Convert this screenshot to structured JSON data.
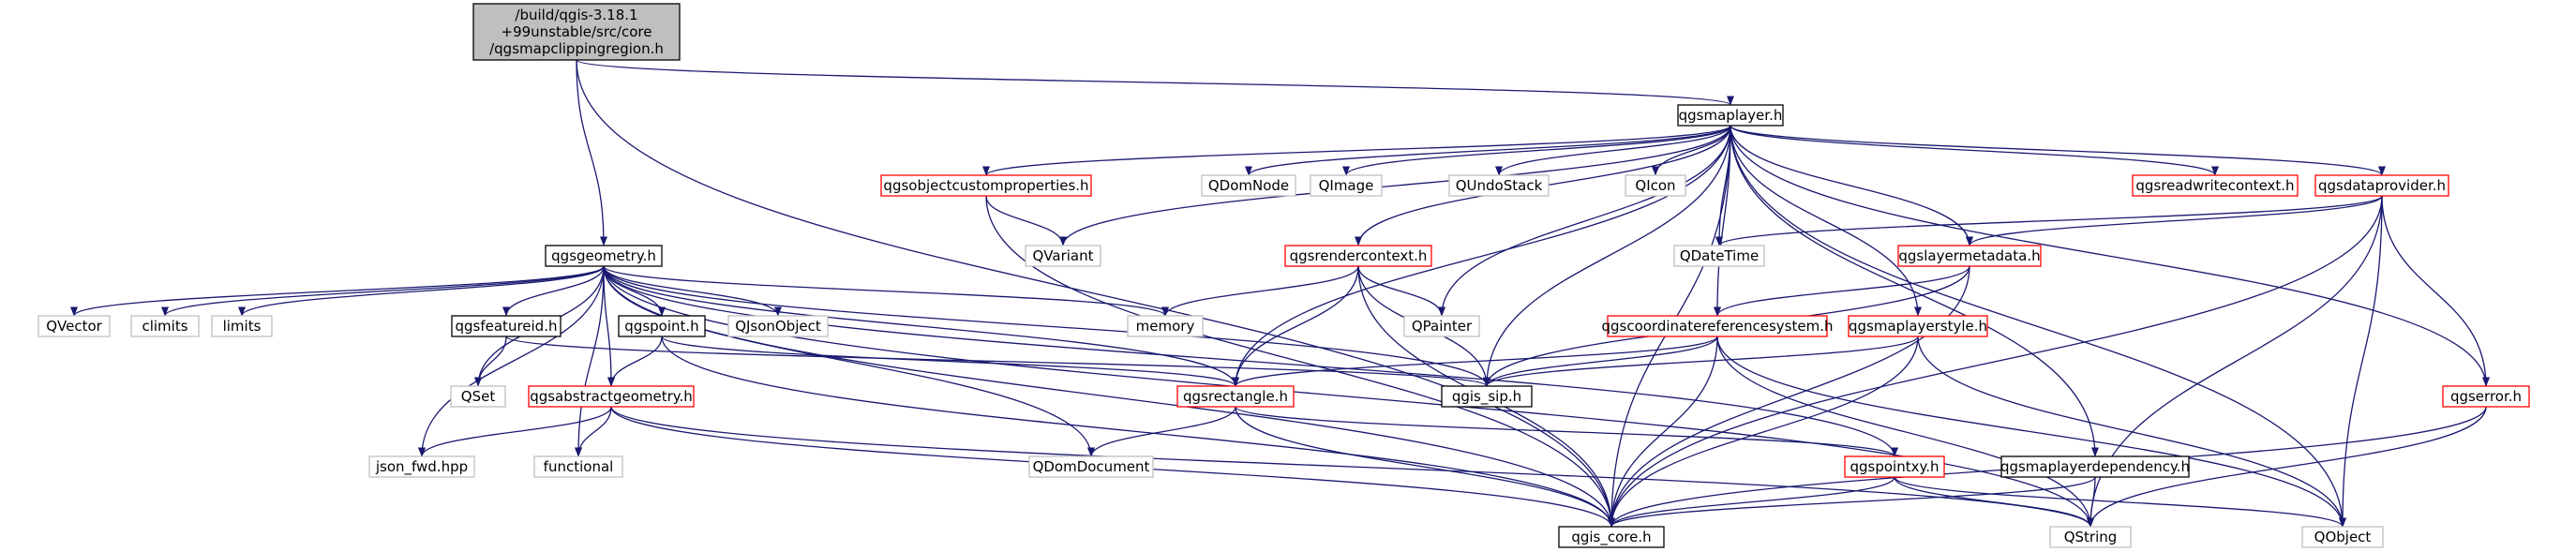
{
  "colors": {
    "edge": "#191970",
    "text": "#000000",
    "border_default": "#000000",
    "border_red": "#ff0000",
    "border_gray": "#bfbfbf",
    "fill_root": "#bfbfbf",
    "fill_default": "#ffffff"
  },
  "nodes": [
    {
      "id": "root",
      "lines": [
        "/build/qgis-3.18.1",
        "+99unstable/src/core",
        "/qgsmapclippingregion.h"
      ],
      "style": "root"
    },
    {
      "id": "qgsmaplayer",
      "lines": [
        "qgsmaplayer.h"
      ],
      "style": "default"
    },
    {
      "id": "qgsgeometry",
      "lines": [
        "qgsgeometry.h"
      ],
      "style": "default"
    },
    {
      "id": "qgsobjectcustomproperties",
      "lines": [
        "qgsobjectcustomproperties.h"
      ],
      "style": "red"
    },
    {
      "id": "QDomNode",
      "lines": [
        "QDomNode"
      ],
      "style": "gray"
    },
    {
      "id": "QImage",
      "lines": [
        "QImage"
      ],
      "style": "gray"
    },
    {
      "id": "QUndoStack",
      "lines": [
        "QUndoStack"
      ],
      "style": "gray"
    },
    {
      "id": "QIcon",
      "lines": [
        "QIcon"
      ],
      "style": "gray"
    },
    {
      "id": "qgsreadwritecontext",
      "lines": [
        "qgsreadwritecontext.h"
      ],
      "style": "red"
    },
    {
      "id": "qgsdataprovider",
      "lines": [
        "qgsdataprovider.h"
      ],
      "style": "red"
    },
    {
      "id": "QVariant",
      "lines": [
        "QVariant"
      ],
      "style": "gray"
    },
    {
      "id": "qgsrendercontext",
      "lines": [
        "qgsrendercontext.h"
      ],
      "style": "red"
    },
    {
      "id": "QDateTime",
      "lines": [
        "QDateTime"
      ],
      "style": "gray"
    },
    {
      "id": "qgslayermetadata",
      "lines": [
        "qgslayermetadata.h"
      ],
      "style": "red"
    },
    {
      "id": "QVector",
      "lines": [
        "QVector"
      ],
      "style": "gray"
    },
    {
      "id": "climits",
      "lines": [
        "climits"
      ],
      "style": "gray"
    },
    {
      "id": "limits",
      "lines": [
        "limits"
      ],
      "style": "gray"
    },
    {
      "id": "qgsfeatureid",
      "lines": [
        "qgsfeatureid.h"
      ],
      "style": "default"
    },
    {
      "id": "qgspoint",
      "lines": [
        "qgspoint.h"
      ],
      "style": "default"
    },
    {
      "id": "QJsonObject",
      "lines": [
        "QJsonObject"
      ],
      "style": "gray"
    },
    {
      "id": "memory",
      "lines": [
        "memory"
      ],
      "style": "gray"
    },
    {
      "id": "QPainter",
      "lines": [
        "QPainter"
      ],
      "style": "gray"
    },
    {
      "id": "qgscoordinatereferencesystem",
      "lines": [
        "qgscoordinatereferencesystem.h"
      ],
      "style": "red"
    },
    {
      "id": "qgsmaplayerstyle",
      "lines": [
        "qgsmaplayerstyle.h"
      ],
      "style": "red"
    },
    {
      "id": "QSet",
      "lines": [
        "QSet"
      ],
      "style": "gray"
    },
    {
      "id": "qgsabstractgeometry",
      "lines": [
        "qgsabstractgeometry.h"
      ],
      "style": "red"
    },
    {
      "id": "qgsrectangle",
      "lines": [
        "qgsrectangle.h"
      ],
      "style": "red"
    },
    {
      "id": "qgis_sip",
      "lines": [
        "qgis_sip.h"
      ],
      "style": "default"
    },
    {
      "id": "qgserror",
      "lines": [
        "qgserror.h"
      ],
      "style": "red"
    },
    {
      "id": "json_fwd",
      "lines": [
        "json_fwd.hpp"
      ],
      "style": "gray"
    },
    {
      "id": "functional",
      "lines": [
        "functional"
      ],
      "style": "gray"
    },
    {
      "id": "QDomDocument",
      "lines": [
        "QDomDocument"
      ],
      "style": "gray"
    },
    {
      "id": "qgspointxy",
      "lines": [
        "qgspointxy.h"
      ],
      "style": "red"
    },
    {
      "id": "qgsmaplayerdependency",
      "lines": [
        "qgsmaplayerdependency.h"
      ],
      "style": "default"
    },
    {
      "id": "qgis_core",
      "lines": [
        "qgis_core.h"
      ],
      "style": "default"
    },
    {
      "id": "QString",
      "lines": [
        "QString"
      ],
      "style": "gray"
    },
    {
      "id": "QObject",
      "lines": [
        "QObject"
      ],
      "style": "gray"
    }
  ]
}
